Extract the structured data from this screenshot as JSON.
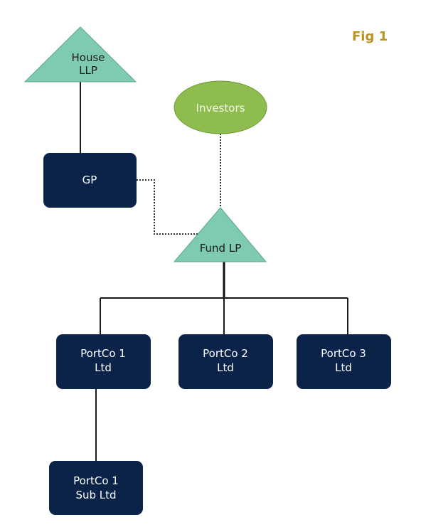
{
  "figure_label": "Fig 1",
  "colors": {
    "entity_box": "#0b2249",
    "partnership_triangle": "#7ecab2",
    "investors_ellipse": "#8fbc4f",
    "figure_label": "#b8961e",
    "connector": "#1a1a1a"
  },
  "nodes": {
    "house_llp": {
      "line1": "House",
      "line2": "LLP",
      "shape": "triangle"
    },
    "investors": {
      "label": "Investors",
      "shape": "ellipse"
    },
    "gp": {
      "label": "GP",
      "shape": "rounded-box"
    },
    "fund_lp": {
      "label": "Fund LP",
      "shape": "triangle"
    },
    "portco1": {
      "line1": "PortCo 1",
      "line2": "Ltd",
      "shape": "rounded-box"
    },
    "portco2": {
      "line1": "PortCo 2",
      "line2": "Ltd",
      "shape": "rounded-box"
    },
    "portco3": {
      "line1": "PortCo 3",
      "line2": "Ltd",
      "shape": "rounded-box"
    },
    "portco1_sub": {
      "line1": "PortCo 1",
      "line2": "Sub Ltd",
      "shape": "rounded-box"
    }
  },
  "edges": [
    {
      "from": "house_llp",
      "to": "gp",
      "style": "solid"
    },
    {
      "from": "investors",
      "to": "fund_lp",
      "style": "dotted"
    },
    {
      "from": "gp",
      "to": "fund_lp",
      "style": "dotted"
    },
    {
      "from": "fund_lp",
      "to": "portco1",
      "style": "solid"
    },
    {
      "from": "fund_lp",
      "to": "portco2",
      "style": "solid"
    },
    {
      "from": "fund_lp",
      "to": "portco3",
      "style": "solid"
    },
    {
      "from": "portco1",
      "to": "portco1_sub",
      "style": "solid"
    }
  ]
}
